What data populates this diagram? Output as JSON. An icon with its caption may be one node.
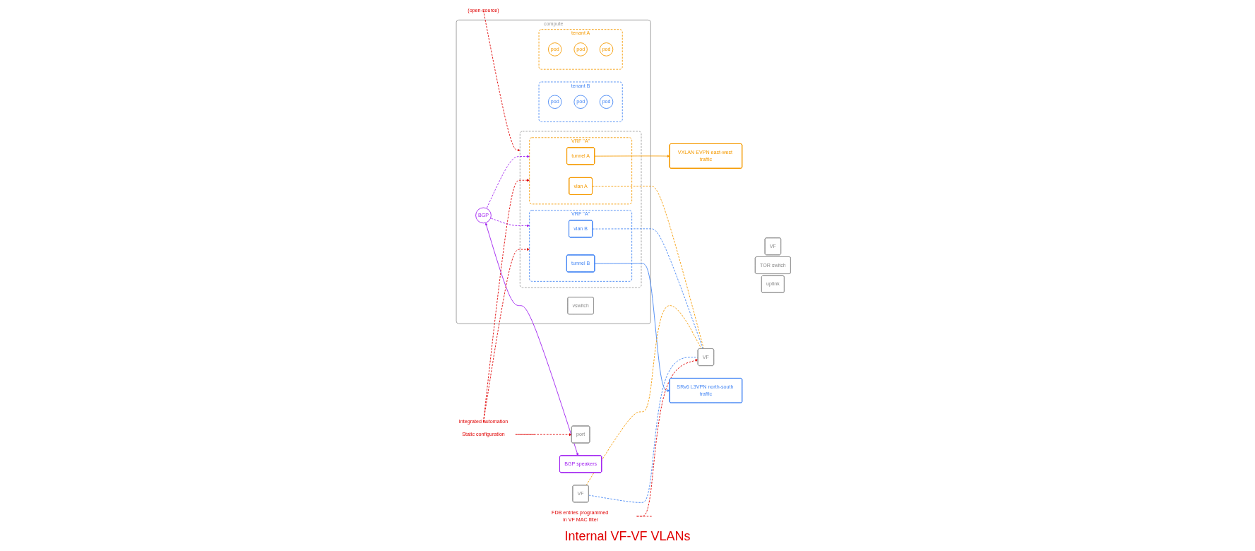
{
  "diagram": {
    "nodes": [
      {
        "text": [
          "compute"
        ]
      },
      {
        "text": [
          "tenant A"
        ],
        "in": 0
      },
      {
        "text": [
          "pod"
        ],
        "in": 1
      },
      {
        "text": [
          "pod"
        ],
        "in": 1
      },
      {
        "text": [
          "pod"
        ],
        "in": 1
      },
      {
        "text": [
          "tenant B"
        ],
        "in": 0
      },
      {
        "text": [
          "pod"
        ],
        "in": 5
      },
      {
        "text": [
          "pod"
        ],
        "in": 5
      },
      {
        "text": [
          "pod"
        ],
        "in": 5
      },
      {
        "text": [
          "vswitch"
        ],
        "in": 0
      },
      {
        "text": [
          "VF"
        ]
      },
      {
        "text": [],
        "shape": "box",
        "in": 0
      },
      {
        "text": [
          "VRF \"A\""
        ],
        "in": 11
      },
      {
        "text": [
          "tunnel A"
        ],
        "in": 12
      },
      {
        "text": [
          "vlan A"
        ],
        "in": 12
      },
      {
        "text": [
          "VRF \"A\""
        ],
        "in": 11
      },
      {
        "text": [
          "vlan B"
        ],
        "in": 15
      },
      {
        "text": [
          "tunnel B"
        ],
        "in": 15
      },
      {
        "text": [
          "VF"
        ]
      },
      {
        "text": [
          "BGP"
        ],
        "in": 0
      },
      {
        "text": [
          "VF"
        ]
      },
      {
        "text": [
          "TOR switch"
        ]
      },
      {
        "text": [
          "port"
        ]
      },
      {
        "text": [
          "uplink"
        ]
      },
      {
        "text": [
          "(open-source)"
        ]
      },
      {
        "text": [
          "Static configuration"
        ]
      },
      {
        "text": [
          "VXLAN EVPN east-west traffic"
        ]
      },
      {
        "text": [
          "BGP speakers"
        ]
      },
      {
        "text": [
          "SRv6 L3VPN north-south traffic"
        ]
      },
      {
        "text": [
          "Integrated automation"
        ]
      },
      {
        "text": [
          "FDB entries programmed in VF MAC filter"
        ]
      }
    ],
    "edges": [
      {
        "from": 24,
        "to": 11,
        "arrow": "to",
        "style": "dashed",
        "color": "#e00000"
      },
      {
        "from": 19,
        "to": 12,
        "arrow": "to",
        "style": "dashed",
        "color": "#a020f0"
      },
      {
        "from": 19,
        "to": 15,
        "arrow": "to",
        "style": "dashed",
        "color": "#a020f0"
      },
      {
        "from": 25,
        "to": 22,
        "arrow": "to",
        "style": "dashed",
        "color": "#e00000"
      },
      {
        "from": 13,
        "to": 26,
        "arrow": "to",
        "color": "#f59a00"
      },
      {
        "from": 19,
        "to": 27,
        "arrow": "both",
        "color": "#a020f0"
      },
      {
        "from": 17,
        "to": 28,
        "arrow": "to",
        "color": "#4285f4"
      },
      {
        "from": 14,
        "to": 18,
        "arrow": "none",
        "style": "dashed",
        "color": "#f59a00"
      },
      {
        "from": 16,
        "to": 18,
        "arrow": "none",
        "style": "dashed",
        "color": "#4285f4"
      },
      {
        "from": 10,
        "to": 18,
        "arrow": "none",
        "style": "dashed",
        "color": "#f59a00"
      },
      {
        "from": 10,
        "to": 18,
        "arrow": "none",
        "style": "dashed",
        "color": "#4285f4"
      },
      {
        "from": 29,
        "to": 12,
        "arrow": "to",
        "style": "dashed",
        "color": "#e00000"
      },
      {
        "from": 29,
        "to": 15,
        "arrow": "to",
        "style": "dashed",
        "color": "#e00000"
      },
      {
        "from": 30,
        "to": 18,
        "arrow": "to",
        "style": "dashed",
        "color": "#e00000"
      }
    ],
    "labels": [
      "Internal VF-VF VLANs"
    ]
  }
}
